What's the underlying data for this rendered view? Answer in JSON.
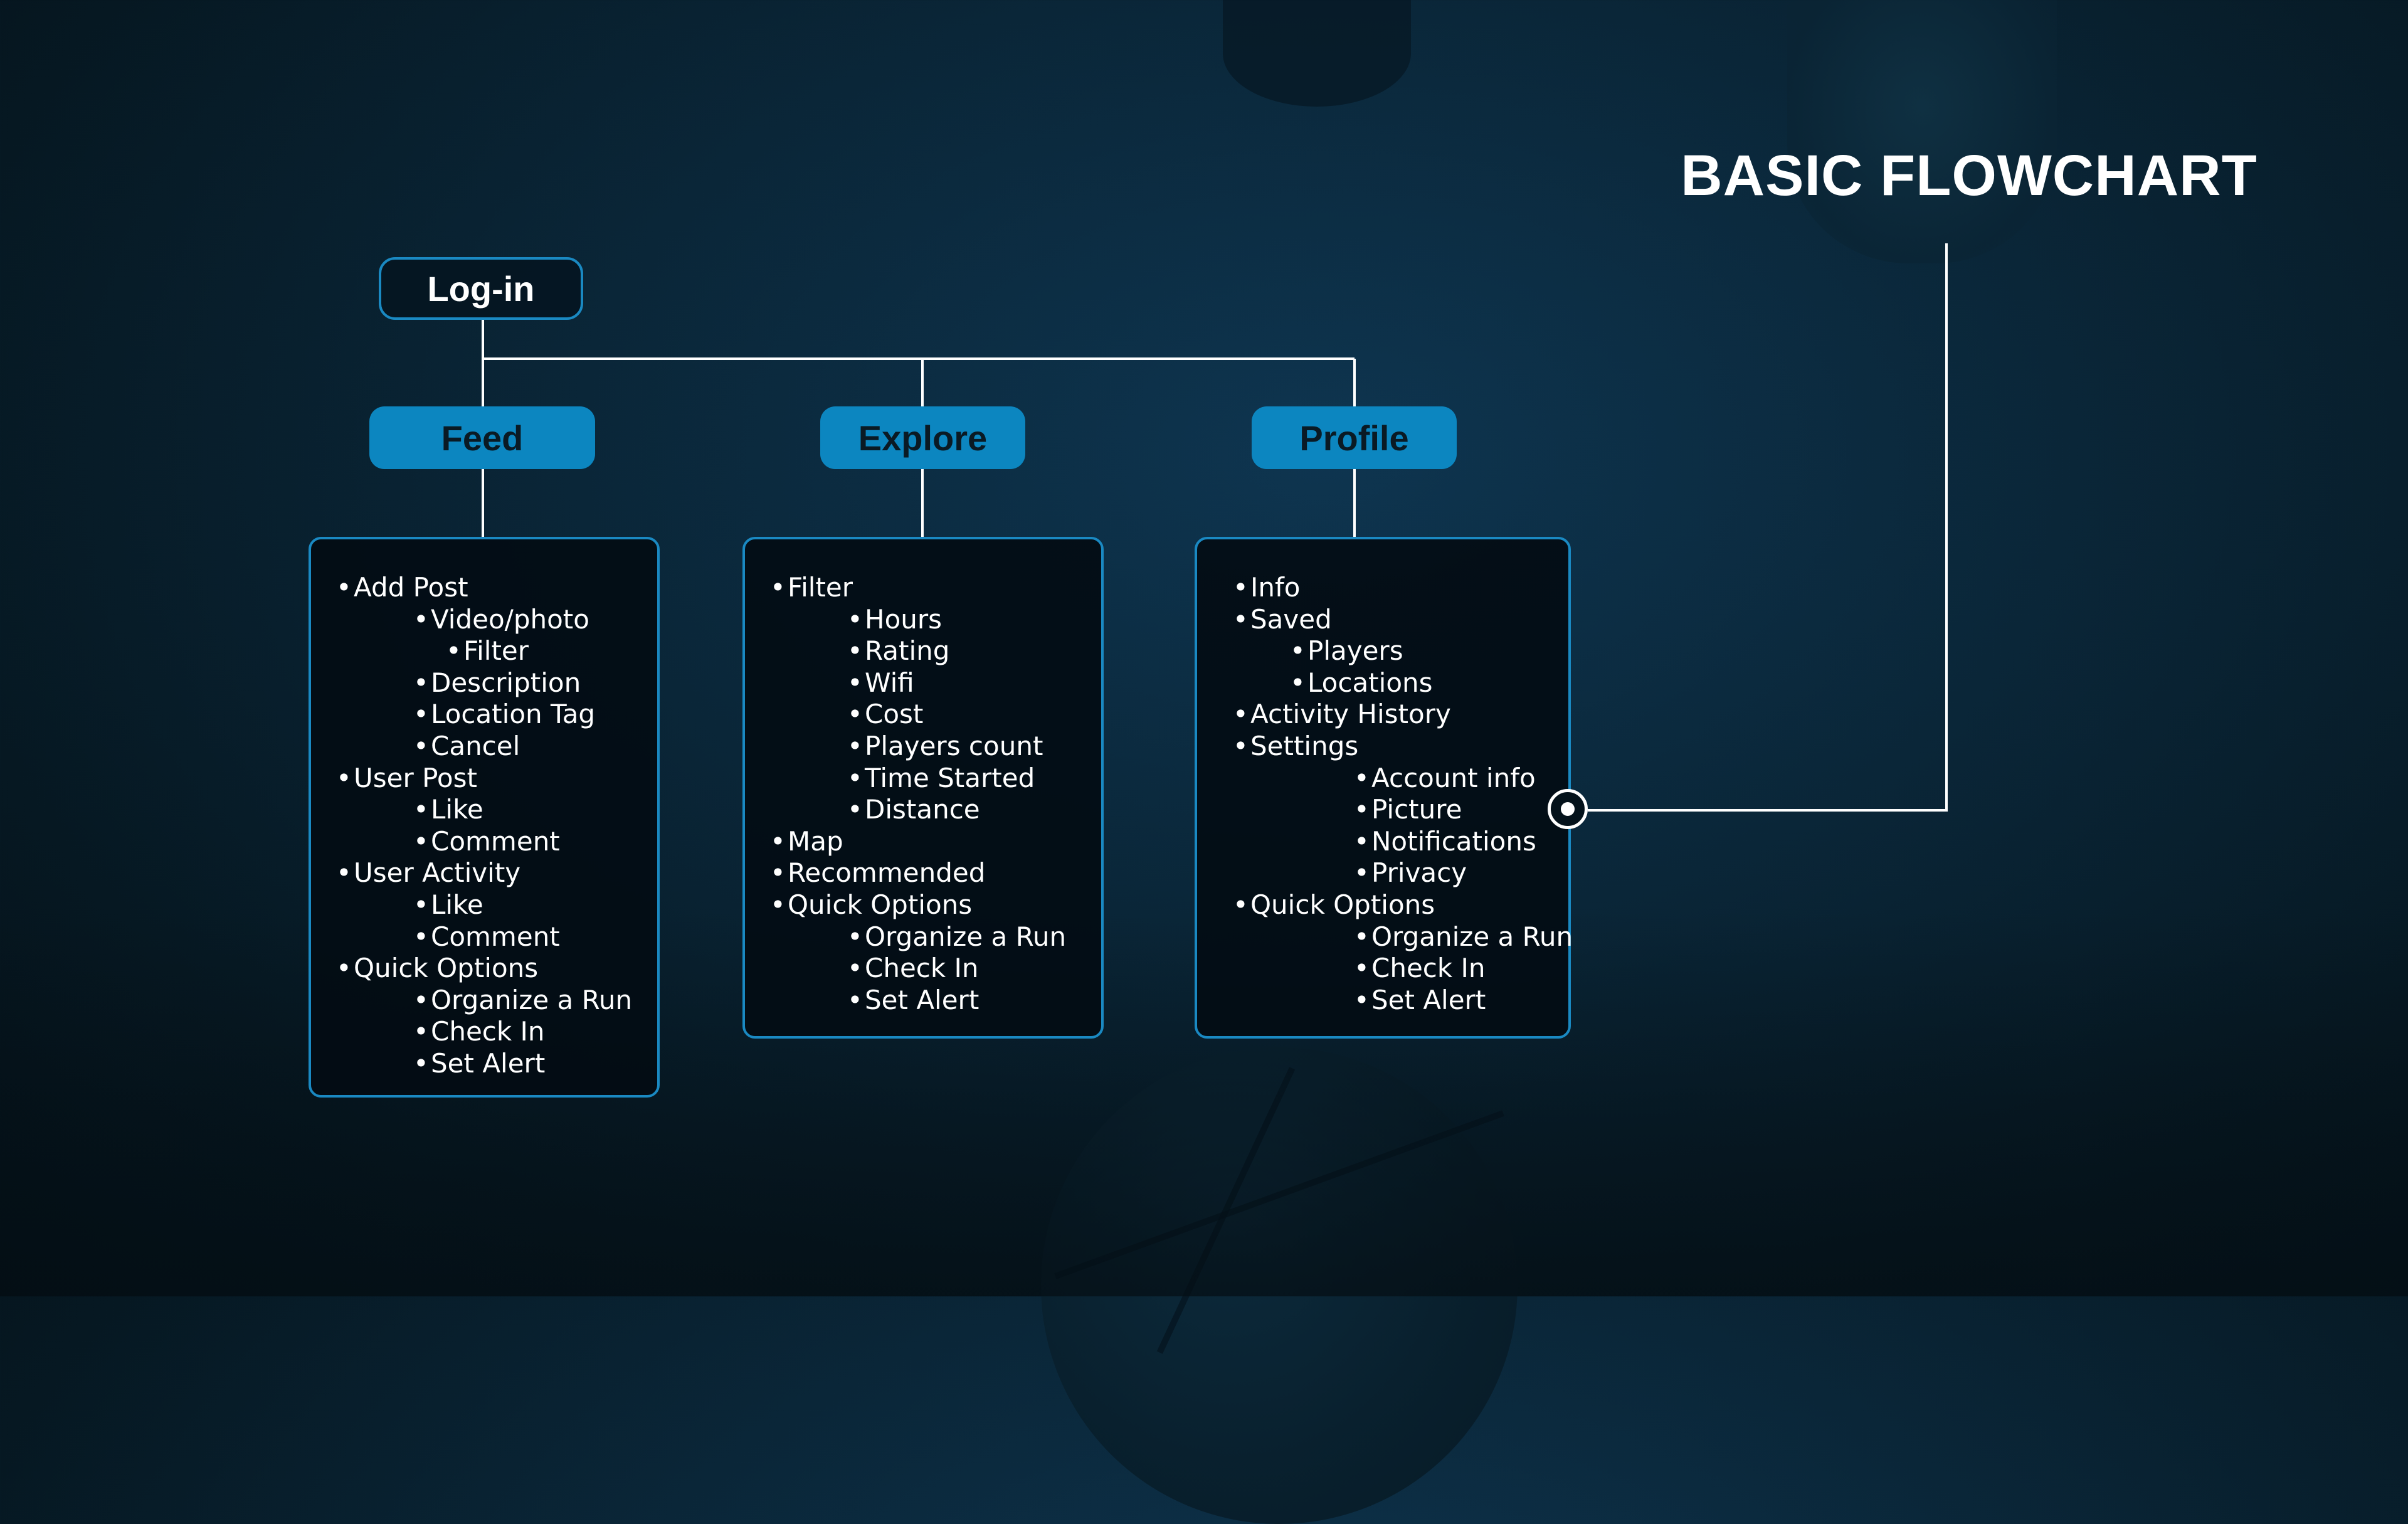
{
  "title": "BASIC FLOWCHART",
  "root": {
    "label": "Log-in"
  },
  "colors": {
    "accent": "#0c86c0",
    "border": "#1a89c2",
    "line": "#ffffff",
    "background": "#0a2638"
  },
  "columns": [
    {
      "label": "Feed",
      "items": [
        {
          "text": "Add Post",
          "level": 1
        },
        {
          "text": "Video/photo",
          "level": 2
        },
        {
          "text": "Filter",
          "level": 3
        },
        {
          "text": "Description",
          "level": 2
        },
        {
          "text": "Location Tag",
          "level": 2
        },
        {
          "text": "Cancel",
          "level": 2
        },
        {
          "text": "User Post",
          "level": 1
        },
        {
          "text": "Like",
          "level": 2
        },
        {
          "text": "Comment",
          "level": 2
        },
        {
          "text": "User Activity",
          "level": 1
        },
        {
          "text": "Like",
          "level": 2
        },
        {
          "text": "Comment",
          "level": 2
        },
        {
          "text": "Quick Options",
          "level": 1
        },
        {
          "text": "Organize a Run",
          "level": 2
        },
        {
          "text": "Check In",
          "level": 2
        },
        {
          "text": "Set Alert",
          "level": 2
        }
      ]
    },
    {
      "label": "Explore",
      "items": [
        {
          "text": "Filter",
          "level": 1
        },
        {
          "text": "Hours",
          "level": 2
        },
        {
          "text": "Rating",
          "level": 2
        },
        {
          "text": "Wifi",
          "level": 2
        },
        {
          "text": "Cost",
          "level": 2
        },
        {
          "text": "Players count",
          "level": 2
        },
        {
          "text": "Time Started",
          "level": 2
        },
        {
          "text": "Distance",
          "level": 2
        },
        {
          "text": "Map",
          "level": 1
        },
        {
          "text": "Recommended",
          "level": 1
        },
        {
          "text": "Quick Options",
          "level": 1
        },
        {
          "text": "Organize a Run",
          "level": 2
        },
        {
          "text": "Check In",
          "level": 2
        },
        {
          "text": "Set Alert",
          "level": 2
        }
      ]
    },
    {
      "label": "Profile",
      "items": [
        {
          "text": "Info",
          "level": 1
        },
        {
          "text": "Saved",
          "level": 1
        },
        {
          "text": "Players",
          "level": 2
        },
        {
          "text": "Locations",
          "level": 2
        },
        {
          "text": "Activity History",
          "level": 1
        },
        {
          "text": "Settings",
          "level": 1
        },
        {
          "text": "Account info",
          "level": 2
        },
        {
          "text": "Picture",
          "level": 2
        },
        {
          "text": "Notifications",
          "level": 2
        },
        {
          "text": "Privacy",
          "level": 2
        },
        {
          "text": "Quick Options",
          "level": 1
        },
        {
          "text": "Organize a Run",
          "level": 2
        },
        {
          "text": "Check In",
          "level": 2
        },
        {
          "text": "Set Alert",
          "level": 2
        }
      ]
    }
  ]
}
